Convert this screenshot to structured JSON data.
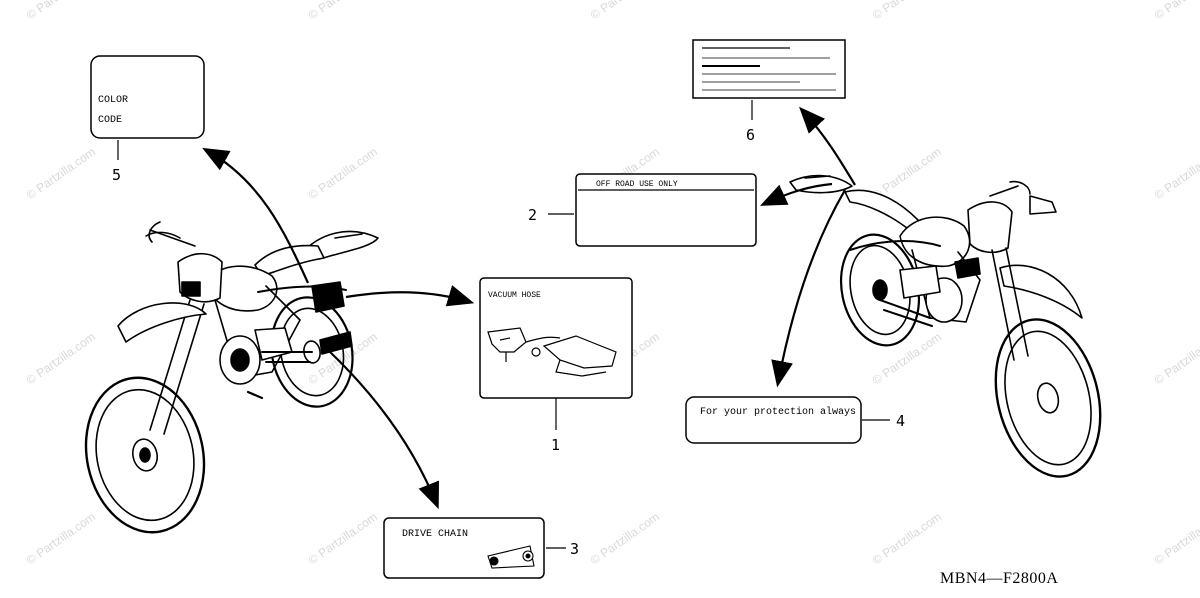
{
  "diagram_code": "MBN4—F2800A",
  "watermark": "© Partzilla.com",
  "labels": {
    "vacuum_hose": {
      "callout": "1",
      "text": "VACUUM HOSE"
    },
    "off_road": {
      "callout": "2",
      "text": "OFF ROAD USE ONLY"
    },
    "drive_chain": {
      "callout": "3",
      "text": "DRIVE CHAIN"
    },
    "protection": {
      "callout": "4",
      "text": "For your protection always"
    },
    "color_code": {
      "callout": "5",
      "line1": "COLOR",
      "line2": "CODE"
    },
    "spec_label": {
      "callout": "6"
    }
  }
}
